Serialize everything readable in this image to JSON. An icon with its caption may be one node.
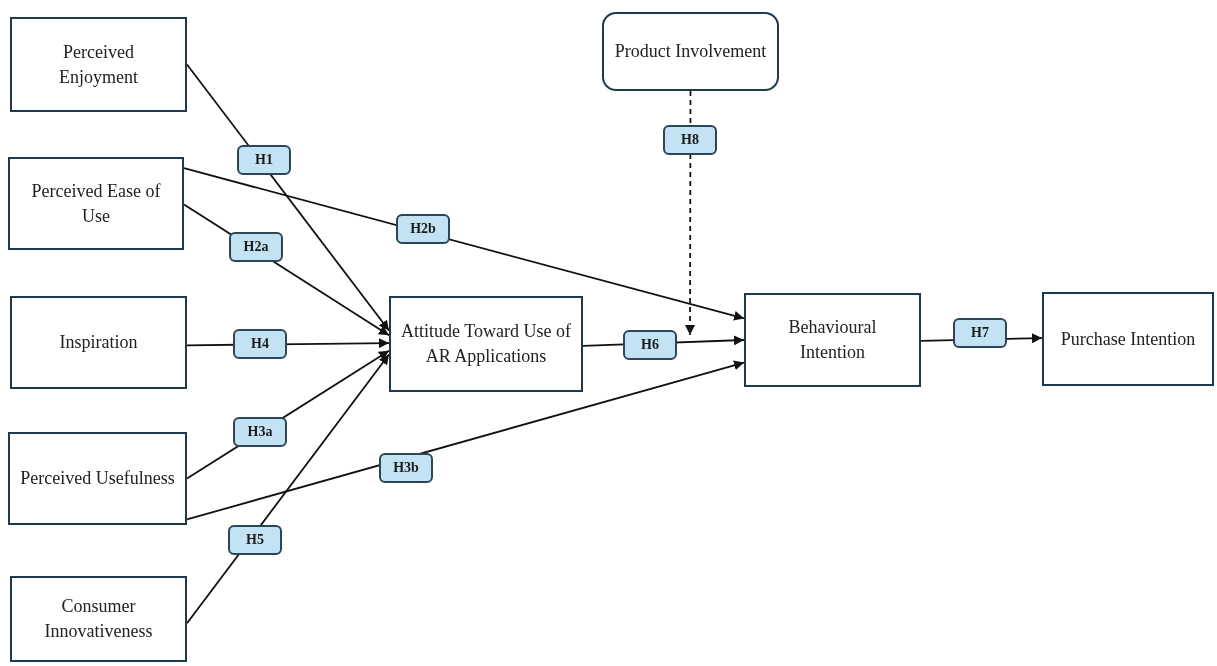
{
  "diagram": {
    "nodes": [
      {
        "text": [
          "Perceived Enjoyment"
        ]
      },
      {
        "text": [
          "Perceived Ease of Use"
        ]
      },
      {
        "text": [
          "Inspiration"
        ]
      },
      {
        "text": [
          "Perceived Usefulness"
        ]
      },
      {
        "text": [
          "Consumer Innovativeness"
        ]
      },
      {
        "text": [
          "Attitude Toward Use of AR Applications"
        ]
      },
      {
        "text": [
          "Behavioural Intention"
        ]
      },
      {
        "text": [
          "Purchase Intention"
        ]
      },
      {
        "text": [
          "Product Involvement"
        ]
      }
    ],
    "edges": [
      {
        "from": 0,
        "to": 5,
        "arrow": "to",
        "label": "H1"
      },
      {
        "from": 1,
        "to": 5,
        "arrow": "to",
        "label": "H2a"
      },
      {
        "from": 1,
        "to": 6,
        "arrow": "to",
        "label": "H2b"
      },
      {
        "from": 2,
        "to": 5,
        "arrow": "to",
        "label": "H4"
      },
      {
        "from": 3,
        "to": 5,
        "arrow": "to",
        "label": "H3a"
      },
      {
        "from": 3,
        "to": 6,
        "arrow": "to",
        "label": "H3b"
      },
      {
        "from": 4,
        "to": 5,
        "arrow": "to",
        "label": "H5"
      },
      {
        "from": 5,
        "to": 6,
        "arrow": "to",
        "label": "H6"
      },
      {
        "from": 6,
        "to": 7,
        "arrow": "to",
        "label": "H7"
      },
      {
        "from": 8,
        "to": null,
        "arrow": "to",
        "label": "H8",
        "style": "dashed"
      }
    ]
  }
}
